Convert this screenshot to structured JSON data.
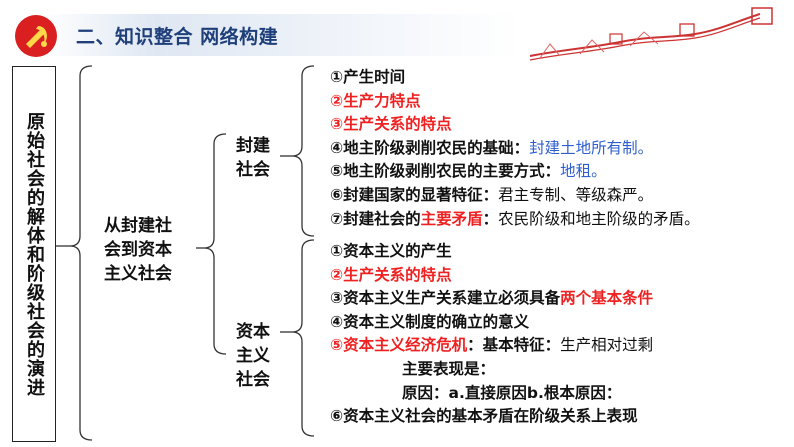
{
  "header": {
    "title": "二、知识整合 网络构建"
  },
  "icons": {
    "emblem": "party-emblem-icon",
    "decoration": "great-wall-icon"
  },
  "colors": {
    "title": "#1e3f7a",
    "highlight_red": "#e22222",
    "highlight_blue": "#2f5fd0"
  },
  "root": {
    "label": "原始社会的解体和阶级社会的演进"
  },
  "middle": {
    "line1": "从封建社",
    "line2": "会到资本",
    "line3": "主义社会"
  },
  "feudal": {
    "label_line1": "封建",
    "label_line2": "社会",
    "items": [
      {
        "num": "①",
        "text": "产生时间"
      },
      {
        "num": "②",
        "text": "生产力特点"
      },
      {
        "num": "③",
        "text": "生产关系的特点"
      },
      {
        "num": "④",
        "text": "地主阶级剥削农民的基础：",
        "answer": "封建土地所有制。"
      },
      {
        "num": "⑤",
        "text": "地主阶级剥削农民的主要方式：",
        "answer": "地租。"
      },
      {
        "num": "⑥",
        "text": "封建国家的显著特征：",
        "answer": "君主专制、等级森严。"
      },
      {
        "num": "⑦",
        "text_a": "封建社会的",
        "text_b": "主要矛盾",
        "text_c": "：",
        "answer": "农民阶级和地主阶级的矛盾。"
      }
    ]
  },
  "capitalist": {
    "label_line1": "资本",
    "label_line2": "主义",
    "label_line3": "社会",
    "items": [
      {
        "num": "①",
        "text": "资本主义的产生"
      },
      {
        "num": "②",
        "text": "生产关系的特点"
      },
      {
        "num": "③",
        "text_a": "资本主义生产关系建立必须具备",
        "text_b": "两个基本条件"
      },
      {
        "num": "④",
        "text": "资本主义制度的确立的意义"
      },
      {
        "num": "⑤",
        "text_a": "资本主义经济危机",
        "text_b": "：基本特征：",
        "answer": "生产相对过剩"
      },
      {
        "text": "主要表现是："
      },
      {
        "text_a": "原因：",
        "text_b": "a.直接原因b.根本原因："
      },
      {
        "num": "⑥",
        "text": "资本主义社会的基本矛盾在阶级关系上表现"
      }
    ]
  }
}
